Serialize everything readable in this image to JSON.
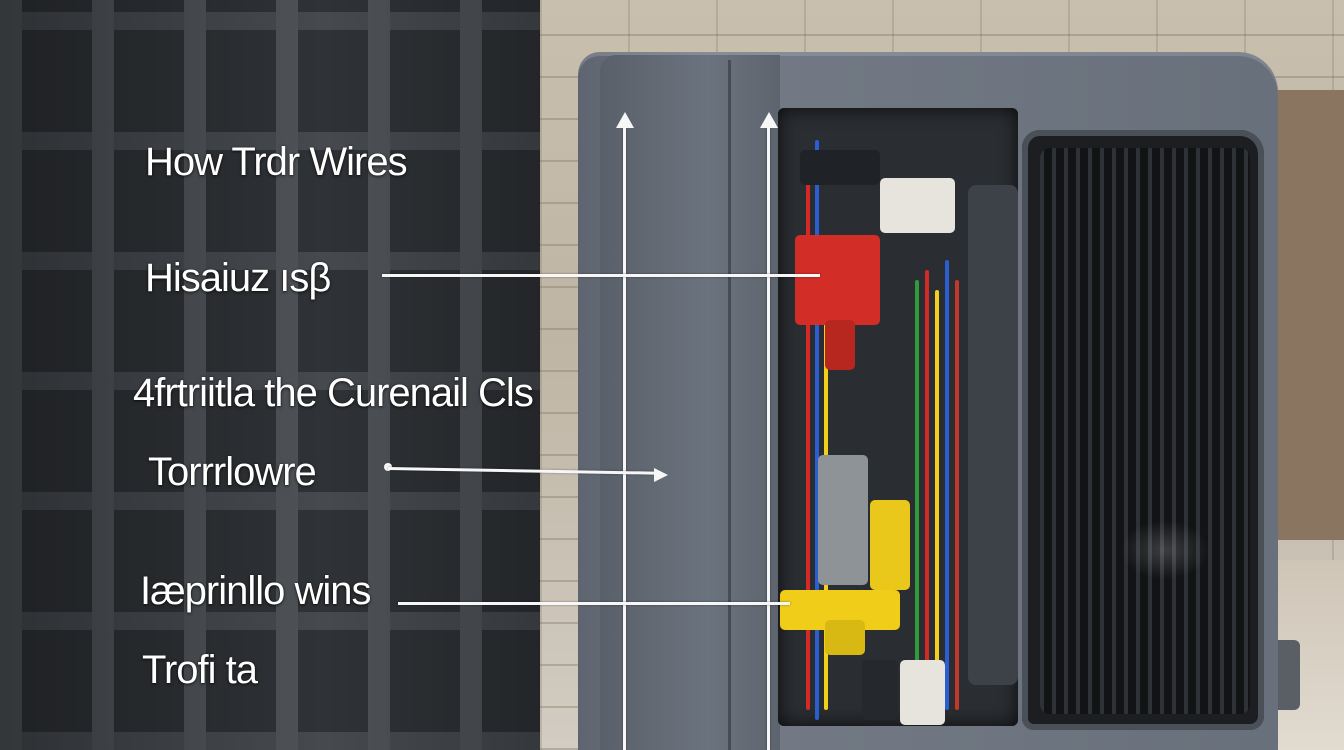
{
  "image": {
    "subject": "ac-outdoor-unit-wiring",
    "colors": {
      "cabinet": "#6b737e",
      "label_text": "#ffffff",
      "wire_red": "#d42a25",
      "wire_yellow": "#f2cf19",
      "wire_blue": "#2b5fd1",
      "wire_green": "#2f9c3c"
    }
  },
  "labels": {
    "heading": "How Trdr Wires",
    "item1": "Hisaiuz ısβ",
    "item2": "4frtriitla the Curenail Cls",
    "item3": "Torrrlowre",
    "item4": "Iæprinllo wins",
    "item5": "Trofi ta"
  }
}
